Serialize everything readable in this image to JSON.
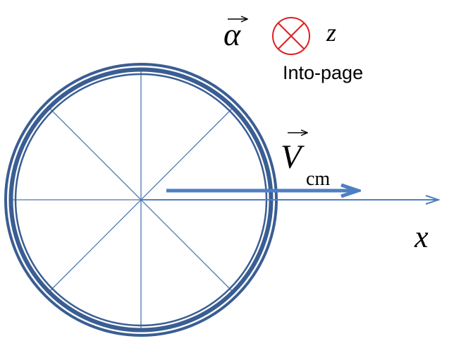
{
  "colors": {
    "wheel": "#3a5e93",
    "spokes": "#4a78b4",
    "axis": "#5180c0",
    "velocity_arrow": "#4e7fc2",
    "into_page_symbol": "#e02020",
    "text": "#000000",
    "background": "#ffffff"
  },
  "labels": {
    "alpha": "α",
    "z_axis": "z",
    "into_page": "Into-page",
    "velocity_main": "V",
    "velocity_subscript": "cm",
    "x_axis": "x"
  },
  "icons": {
    "into_page_symbol": "circle-with-cross-icon",
    "vector_arrow": "vector-arrow-icon"
  }
}
